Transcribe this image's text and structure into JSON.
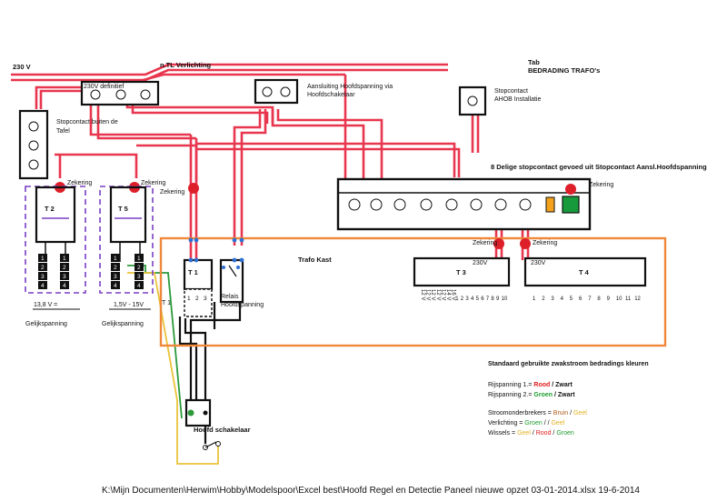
{
  "labels": {
    "v230": "230 V",
    "ntl": "n.TL  Verlichting",
    "tab": "Tab",
    "bedrading": "BEDRADING  TRAFO's",
    "definitief": "230V definitief",
    "aansluiting_1": "Aansluiting Hoofdspanning via",
    "aansluiting_2": "Hoofdschakelaar",
    "stopcontact_buiten_1": "Stopcontact buiten de",
    "stopcontact_buiten_2": "Tafel",
    "stopcontact_ahob_1": "Stopcontact",
    "stopcontact_ahob_2": "AHOB Installatie",
    "achtdelige": "8 Delige stopcontact gevoed uit Stopcontact Aansl.Hoofdspanning",
    "zekering": "Zekering",
    "trafo_kast": "Trafo Kast",
    "t2": "T  2",
    "t5": "T  5",
    "t1": "T  1",
    "t1_side": "T 1",
    "t3": "T 3",
    "t4": "T 4",
    "v230_small": "230V",
    "relais_1": "Relais",
    "relais_2": "Hoofdspanning",
    "v138": "13,8 V  =",
    "v1515": "1,5V - 15V",
    "gelijk_left": "Gelijkspanning",
    "gelijk_right": "Gelijkspanning",
    "hoofd_schakelaar": "Hoofd schakelaar"
  },
  "terminals": [
    "1",
    "2",
    "3",
    "4"
  ],
  "t1_terminals": [
    "1",
    "2",
    "3"
  ],
  "t3_outputs": [
    "12 V",
    "12 V",
    "12 V",
    "12 V",
    "12 V",
    "14 V",
    "16 V",
    "1",
    "2",
    "3",
    "4",
    "5",
    "6",
    "7",
    "8",
    "9",
    "10"
  ],
  "t4_outputs": [
    "1",
    "2",
    "3",
    "4",
    "5",
    "6",
    "7",
    "8",
    "9",
    "10",
    "11",
    "12"
  ],
  "legend": {
    "title": "Standaard gebruikte zwakstroom bedradings kleuren",
    "rij1_prefix": "Rijspanning 1.= ",
    "rij1_a": "Rood",
    "rij1_b": " / Zwart",
    "rij2_prefix": "Rijspanning 2.= ",
    "rij2_a": "Groen",
    "rij2_b": " / Zwart",
    "stroom_prefix": "Stroomonderbrekers = ",
    "stroom_a": "Bruin",
    "stroom_sep": " / ",
    "stroom_b": "Geel",
    "verl_prefix": "Verlichting = ",
    "verl_a": "Groen",
    "verl_sep": " /      / ",
    "verl_b": "Geel",
    "wissel_prefix": "Wissels = ",
    "wissel_a": "Geel",
    "wissel_sep1": " / ",
    "wissel_b": "Rood",
    "wissel_sep2": " / ",
    "wissel_c": "Groen"
  },
  "footer": "K:\\Mijn Documenten\\Herwim\\Hobby\\Modelspoor\\Excel best\\Hoofd Regel en Detectie Paneel nieuwe opzet 03-01-2014.xlsx   19-6-2014",
  "colors": {
    "wire_red": "#e8364e",
    "wire_black": "#111111",
    "fuse": "#dd1f2a",
    "trafo_kast": "#f0883a",
    "purple_dash": "#7a3fc4",
    "green_lamp": "#169a3c",
    "orange_lamp": "#f4a21c",
    "node_blue": "#2e6fd1",
    "wire_green": "#2a9a3a",
    "wire_yellow": "#e9c23a",
    "text_red": "#e01b1b",
    "text_green": "#1d9b2f",
    "text_brown": "#b05a1a",
    "text_yellow": "#e0b020"
  }
}
